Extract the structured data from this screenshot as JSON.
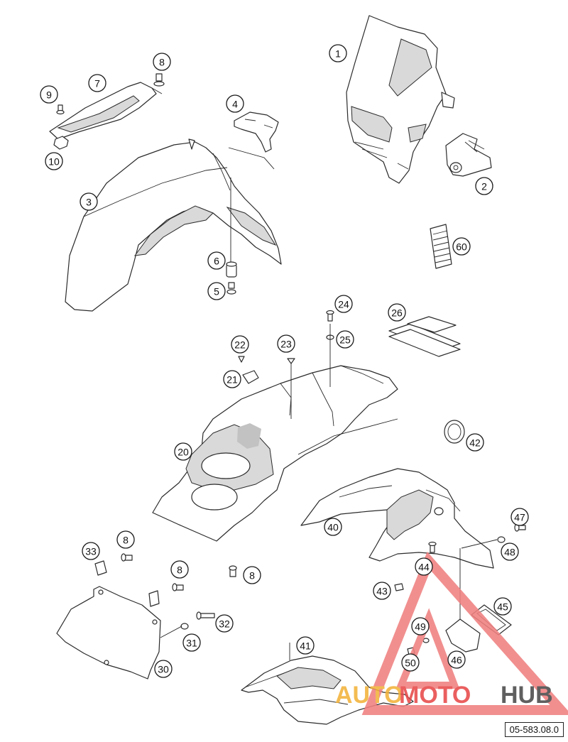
{
  "callouts": [
    "1",
    "2",
    "3",
    "4",
    "5",
    "6",
    "7",
    "8",
    "9",
    "10",
    "20",
    "21",
    "22",
    "23",
    "24",
    "25",
    "26",
    "30",
    "31",
    "32",
    "33",
    "40",
    "41",
    "42",
    "43",
    "44",
    "45",
    "46",
    "47",
    "48",
    "49",
    "50",
    "60"
  ],
  "diagram_code": "05-583.08.0",
  "watermark": {
    "part1": "AUTO",
    "part2": "MOTO",
    "part3": "HUB",
    "color1": "#f2b23a",
    "color2": "#e84a4a",
    "color3": "#4a4a4a",
    "triangle_color": "#f08080"
  }
}
